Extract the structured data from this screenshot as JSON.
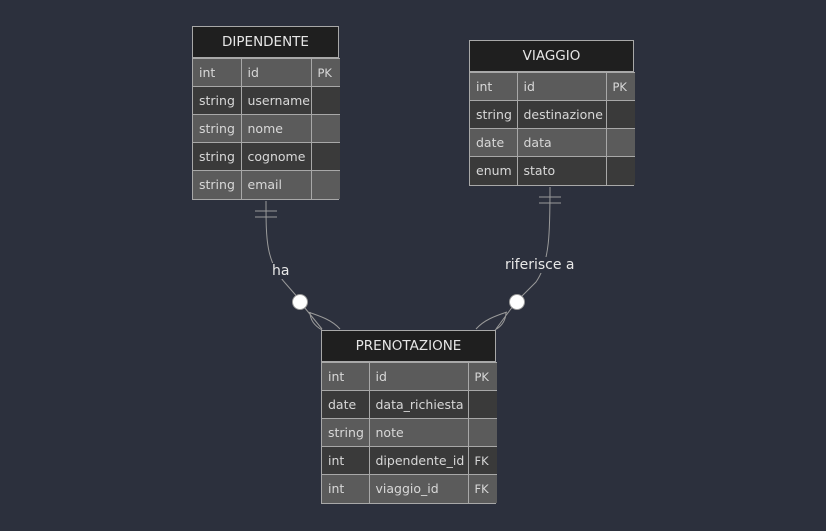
{
  "entities": {
    "dipendente": {
      "name": "DIPENDENTE",
      "rows": [
        {
          "type": "int",
          "field": "id",
          "key": "PK"
        },
        {
          "type": "string",
          "field": "username",
          "key": ""
        },
        {
          "type": "string",
          "field": "nome",
          "key": ""
        },
        {
          "type": "string",
          "field": "cognome",
          "key": ""
        },
        {
          "type": "string",
          "field": "email",
          "key": ""
        }
      ]
    },
    "viaggio": {
      "name": "VIAGGIO",
      "rows": [
        {
          "type": "int",
          "field": "id",
          "key": "PK"
        },
        {
          "type": "string",
          "field": "destinazione",
          "key": ""
        },
        {
          "type": "date",
          "field": "data",
          "key": ""
        },
        {
          "type": "enum",
          "field": "stato",
          "key": ""
        }
      ]
    },
    "prenotazione": {
      "name": "PRENOTAZIONE",
      "rows": [
        {
          "type": "int",
          "field": "id",
          "key": "PK"
        },
        {
          "type": "date",
          "field": "data_richiesta",
          "key": ""
        },
        {
          "type": "string",
          "field": "note",
          "key": ""
        },
        {
          "type": "int",
          "field": "dipendente_id",
          "key": "FK"
        },
        {
          "type": "int",
          "field": "viaggio_id",
          "key": "FK"
        }
      ]
    }
  },
  "relationships": {
    "dipendente_prenotazione": {
      "label": "ha",
      "from_cardinality": "exactly-one",
      "to_cardinality": "zero-or-many"
    },
    "viaggio_prenotazione": {
      "label": "riferisce a",
      "from_cardinality": "exactly-one",
      "to_cardinality": "zero-or-many"
    }
  },
  "colors": {
    "background": "#2c303d",
    "header": "#1f1f1f",
    "row_light": "#5b5b5b",
    "row_dark": "#3a3a3a",
    "border": "#a8a8a8",
    "line": "#9a9a9a"
  }
}
